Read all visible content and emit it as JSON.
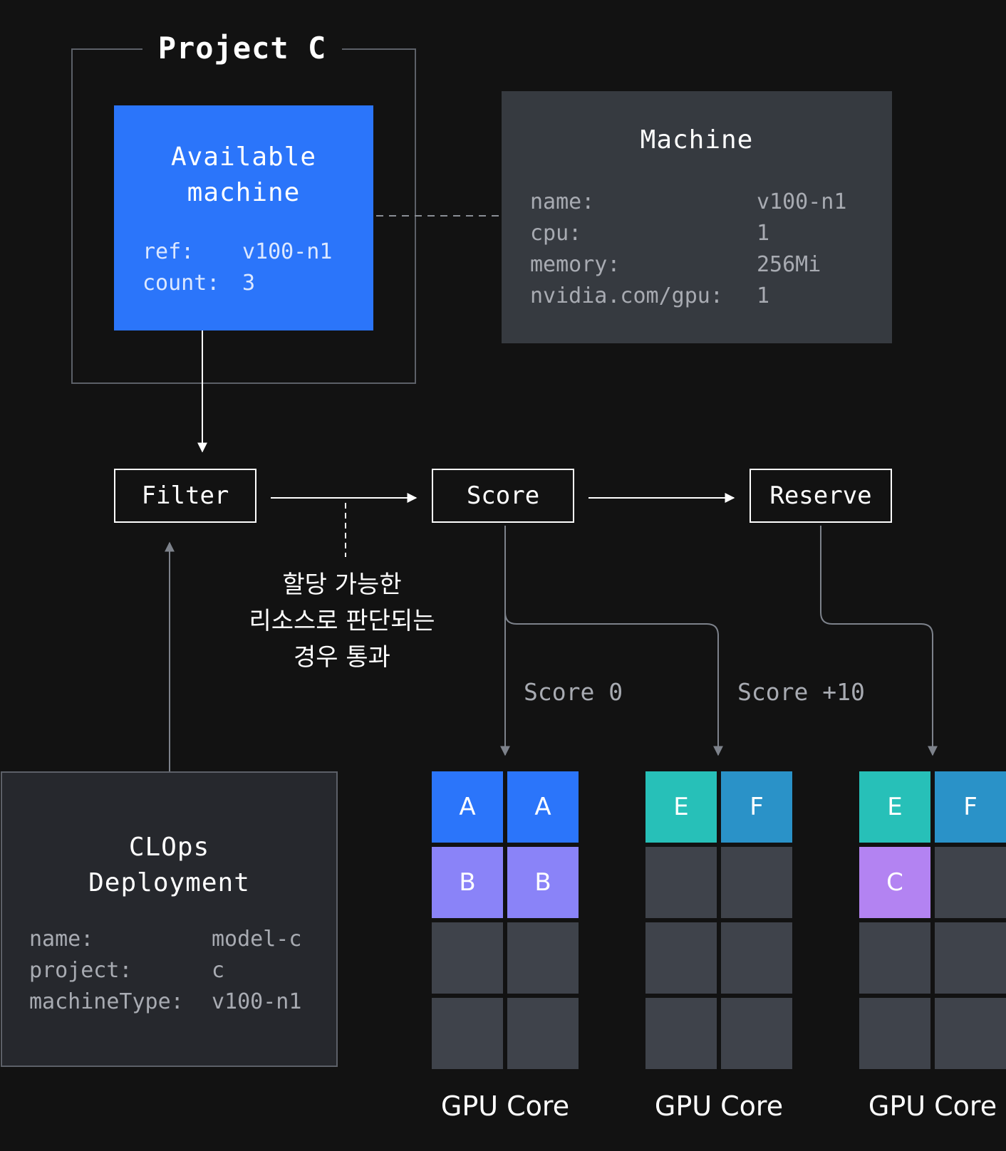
{
  "project": {
    "title": "Project C"
  },
  "available_machine": {
    "title_line1": "Available",
    "title_line2": "machine",
    "fields": [
      {
        "key": "ref:",
        "value": "v100-n1"
      },
      {
        "key": "count:",
        "value": "3"
      }
    ]
  },
  "machine": {
    "title": "Machine",
    "fields": [
      {
        "key": "name:",
        "value": "v100-n1"
      },
      {
        "key": "cpu:",
        "value": "1"
      },
      {
        "key": "memory:",
        "value": "256Mi"
      },
      {
        "key": "nvidia.com/gpu:",
        "value": "1"
      }
    ]
  },
  "pipeline": {
    "filter": "Filter",
    "score": "Score",
    "reserve": "Reserve",
    "filter_note_lines": [
      "할당 가능한",
      "리소스로 판단되는",
      "경우 통과"
    ]
  },
  "deployment": {
    "title_line1": "CLOps",
    "title_line2": "Deployment",
    "fields": [
      {
        "key": "name:",
        "value": "model-c"
      },
      {
        "key": "project:",
        "value": "c"
      },
      {
        "key": "machineType:",
        "value": "v100-n1"
      }
    ]
  },
  "score_labels": [
    "Score 0",
    "Score +10"
  ],
  "colors": {
    "A": "#2b75fa",
    "B": "#8a83f8",
    "C": "#b383f2",
    "E": "#27c0b8",
    "F": "#2a92c8",
    "empty": "#3f434b"
  },
  "gpu_grids": [
    {
      "label": "GPU Core",
      "cells": [
        [
          "A",
          "A"
        ],
        [
          "B",
          "B"
        ],
        [
          "",
          ""
        ],
        [
          "",
          ""
        ]
      ]
    },
    {
      "label": "GPU Core",
      "cells": [
        [
          "E",
          "F"
        ],
        [
          "",
          ""
        ],
        [
          "",
          ""
        ],
        [
          "",
          ""
        ]
      ]
    },
    {
      "label": "GPU Core",
      "cells": [
        [
          "E",
          "F"
        ],
        [
          "C",
          ""
        ],
        [
          "",
          ""
        ],
        [
          "",
          ""
        ]
      ]
    }
  ]
}
